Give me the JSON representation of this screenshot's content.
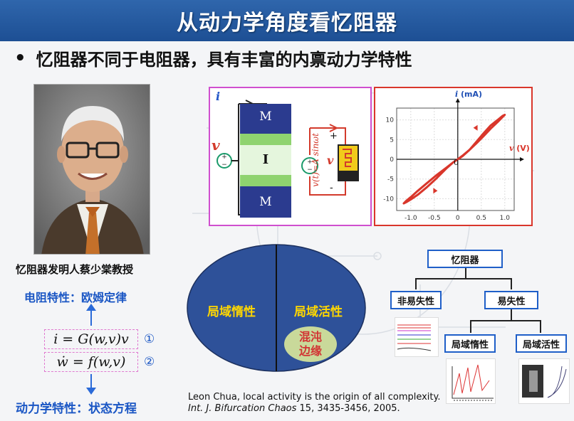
{
  "title": "从动力学角度看忆阻器",
  "bullet": {
    "symbol": "•",
    "text": "忆阻器不同于电阻器，具有丰富的内禀动力学特性"
  },
  "photo_caption": "忆阻器发明人蔡少棠教授",
  "resistor_property": "电阻特性：欧姆定律",
  "dynamics_property": "动力学特性：状态方程",
  "equations": [
    {
      "text": "i = G(w,v)v",
      "num": "①"
    },
    {
      "text": "ẇ = f(w,v)",
      "num": "②"
    }
  ],
  "device_diagram": {
    "current_label": "i",
    "voltage_label": "v",
    "layer_top": "M",
    "layer_mid": "I",
    "layer_bottom": "M",
    "source_label": "v(t)=A sinωt",
    "plus": "+",
    "minus": "−",
    "plus_short": "+",
    "minus_short": "-",
    "device_voltage": "v",
    "colors": {
      "frame": "#d04fcf",
      "metal": "#2b3b8f",
      "insulator": "#8fd36f",
      "wire": "#d33a2c"
    }
  },
  "hysteresis_chart": {
    "ylabel_var": "i",
    "ylabel_unit": "(mA)",
    "xlabel_var": "v",
    "xlabel_unit": "(V)",
    "origin_label": "0",
    "x_ticks": [
      "-1.0",
      "-0.5",
      "0",
      "0.5",
      "1.0"
    ],
    "y_ticks": [
      "10",
      "5",
      "0",
      "-5",
      "-10"
    ],
    "color": "#d9362b",
    "frame_color": "#d9362b"
  },
  "chart_data": {
    "type": "line",
    "title": "",
    "xlabel": "v (V)",
    "ylabel": "i (mA)",
    "xlim": [
      -1.3,
      1.2
    ],
    "ylim": [
      -13,
      13
    ],
    "grid": true,
    "series": [
      {
        "x": [
          0,
          0.1,
          0.25,
          0.4,
          0.55,
          0.7,
          0.85,
          0.95,
          1.0,
          0.95,
          0.85,
          0.7,
          0.55,
          0.4,
          0.25,
          0.1,
          0
        ],
        "y": [
          0,
          0.8,
          2.4,
          4.5,
          6.6,
          8.6,
          10.0,
          11.0,
          11.3,
          10.7,
          9.5,
          7.8,
          5.9,
          4.1,
          2.4,
          0.9,
          0
        ]
      },
      {
        "x": [
          0,
          -0.1,
          -0.25,
          -0.45,
          -0.65,
          -0.85,
          -1.0,
          -1.1,
          -1.15,
          -1.1,
          -1.0,
          -0.85,
          -0.65,
          -0.45,
          -0.25,
          -0.1,
          0
        ],
        "y": [
          0,
          -0.8,
          -2.4,
          -4.8,
          -7.0,
          -9.0,
          -10.2,
          -10.9,
          -11.2,
          -10.6,
          -9.6,
          -8.0,
          -6.0,
          -4.0,
          -2.2,
          -0.8,
          0
        ]
      }
    ]
  },
  "ellipse": {
    "left_label": "局域惰性",
    "right_label": "局域活性",
    "edge_label_1": "混沌",
    "edge_label_2": "边缘",
    "colors": {
      "fill": "#2e5199",
      "label": "#ffd700",
      "edge_bg": "#c9d99a",
      "edge_text": "#d23434"
    }
  },
  "reference": {
    "line1": "Leon Chua, local activity is the origin of all complexity.",
    "journal": "Int. J. Bifurcation Chaos",
    "line2_rest": " 15, 3435-3456, 2005."
  },
  "tree": {
    "root": "忆阻器",
    "nonvolatile": "非易失性",
    "volatile": "易失性",
    "local_passive": "局域惰性",
    "local_active": "局域活性"
  }
}
